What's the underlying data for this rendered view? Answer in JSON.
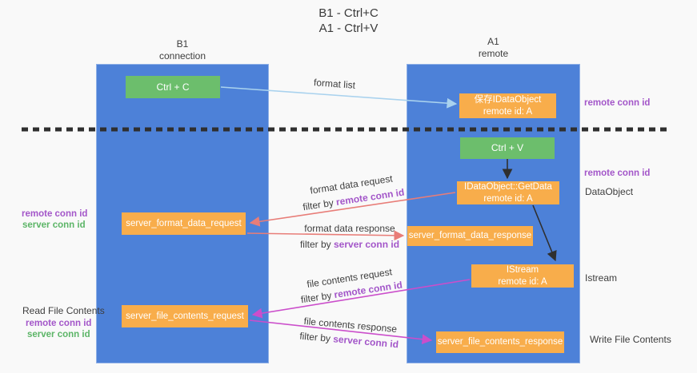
{
  "title": {
    "line1": "B1 - Ctrl+C",
    "line2": "A1 - Ctrl+V"
  },
  "lanes": {
    "b1": {
      "name": "B1",
      "role": "connection"
    },
    "a1": {
      "name": "A1",
      "role": "remote"
    }
  },
  "nodes": {
    "ctrl_c": {
      "label": "Ctrl + C"
    },
    "save_idataobject": {
      "line1": "保存IDataObject",
      "line2": "remote id: A"
    },
    "ctrl_v": {
      "label": "Ctrl + V"
    },
    "getdata": {
      "line1": "IDataObject::GetData",
      "line2": "remote id: A"
    },
    "server_format_data_request": {
      "label": "server_format_data_request"
    },
    "server_format_data_response": {
      "label": "server_format_data_response"
    },
    "istream": {
      "line1": "IStream",
      "line2": "remote id: A"
    },
    "server_file_contents_request": {
      "label": "server_file_contents_request"
    },
    "server_file_contents_response": {
      "label": "server_file_contents_response"
    }
  },
  "arrow_labels": {
    "format_list": "format list",
    "format_data_request": "format data request",
    "format_data_response": "format data response",
    "file_contents_request": "file contents request",
    "file_contents_response": "file contents response",
    "filter_by": "filter by"
  },
  "side_labels": {
    "remote_conn_id": "remote conn id",
    "server_conn_id": "server conn id",
    "dataobject": "DataObject",
    "istream": "Istream",
    "read_file_contents": "Read File Contents",
    "write_file_contents": "Write File Contents"
  },
  "colors": {
    "lane_blue": "#4d81d8",
    "node_orange": "#f8ad4b",
    "node_green": "#6cbe6c",
    "arrow_light_blue": "#a9d2ee",
    "arrow_red": "#e87d78",
    "arrow_magenta": "#cb4ecb",
    "arrow_black": "#2f2f2f",
    "text_purple": "#a356c9",
    "text_green": "#5cb567",
    "text_dark": "#3d3d3d",
    "background": "#f9f9f9"
  }
}
